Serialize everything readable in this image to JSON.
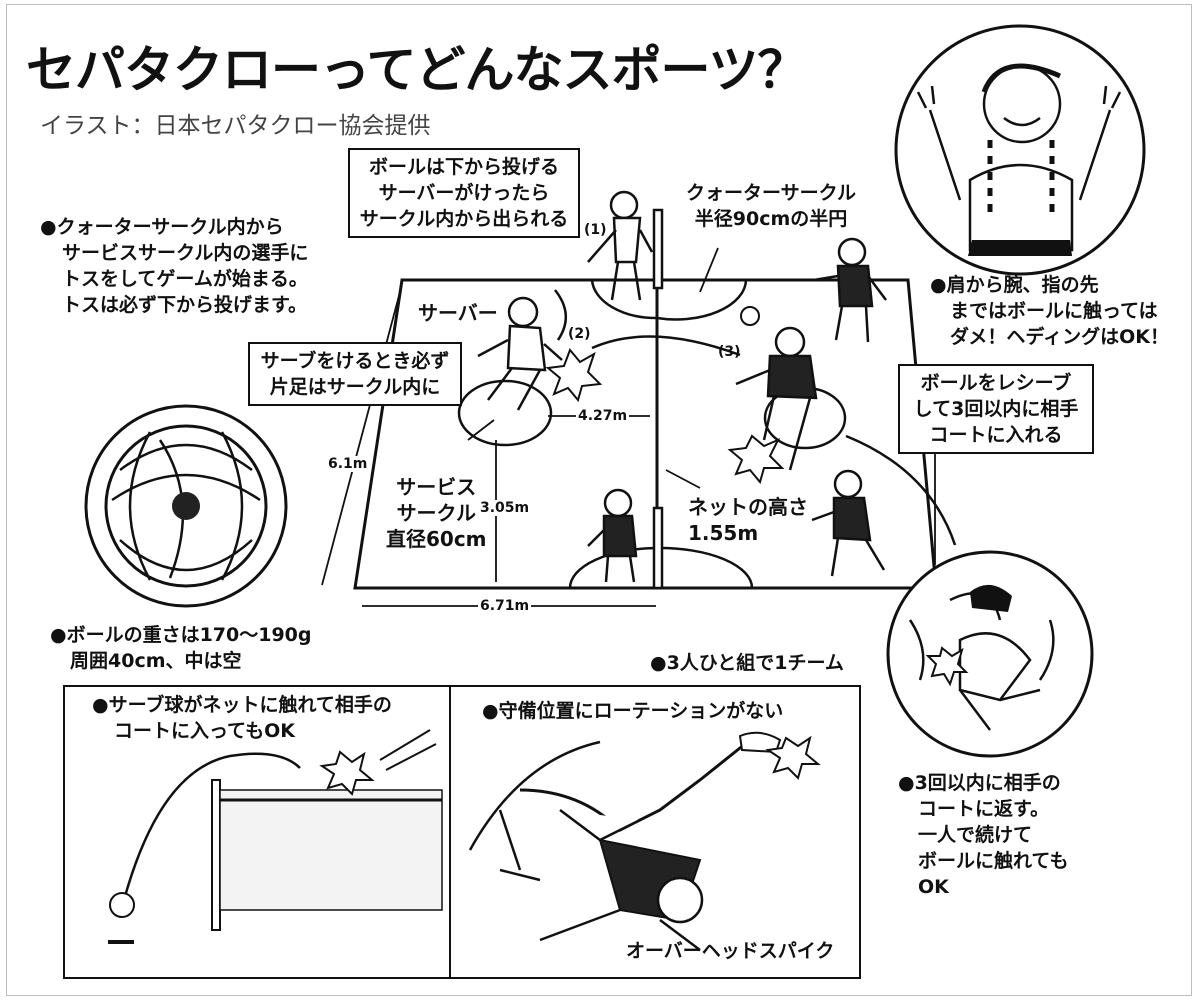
{
  "title": "セパタクローってどんなスポーツ？",
  "credit": "イラスト：日本セパタクロー協会提供",
  "notes": {
    "toss": [
      "●クォーターサークル内から",
      "サービスサークル内の選手に",
      "トスをしてゲームが始まる。",
      "トスは必ず下から投げます。"
    ],
    "throw_rule": [
      "ボールは下から投げる",
      "サーバーがけったら",
      "サークル内から出られる"
    ],
    "quarter_circle": [
      "クォーターサークル",
      "半径90cmの半円"
    ],
    "serve_rule": [
      "サーブをけるとき必ず",
      "片足はサークル内に"
    ],
    "server_label": "サーバー",
    "service_circle": [
      "サービス",
      "サークル",
      "直径60cm"
    ],
    "net_height": [
      "ネットの高さ",
      "1.55m"
    ],
    "receive_rule": [
      "ボールをレシーブ",
      "して3回以内に相手",
      "コートに入れる"
    ],
    "shoulder_rule": [
      "●肩から腕、指の先",
      "まではボールに触っては",
      "ダメ！ヘディングはOK！"
    ],
    "ball_spec": [
      "●ボールの重さは170〜190g",
      "周囲40cm、中は空"
    ],
    "team": "●3人ひと組で1チーム",
    "three_touch": [
      "●3回以内に相手の",
      "コートに返す。",
      "一人で続けて",
      "ボールに触れても",
      "OK"
    ]
  },
  "dimensions": {
    "court_length_half": "6.71m",
    "court_width": "6.1m",
    "half_width": "3.05m",
    "service_distance": "4.27m"
  },
  "step_numbers": [
    "(1)",
    "(2)",
    "(3)"
  ],
  "panels": {
    "left": [
      "●サーブ球がネットに触れて相手の",
      "コートに入ってもOK"
    ],
    "right": "●守備位置にローテーションがない",
    "spike_label": "オーバーヘッドスパイク"
  }
}
